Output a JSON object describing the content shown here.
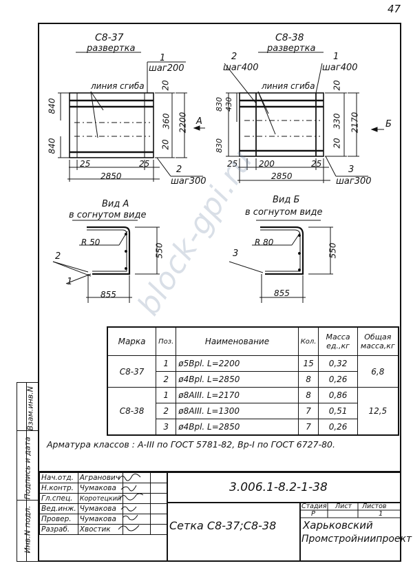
{
  "page_number": "47",
  "left_margin": {
    "inv_podl": "Инв.N подл.",
    "podpis_data": "Подпись и дата",
    "vzam_inv": "Взам.инв.N"
  },
  "drawing_left": {
    "title": "С8-37",
    "subtitle": "развертка",
    "pos1": "1",
    "step200": "шаг200",
    "bend_line": "линия сгиба",
    "dim_840_top": "840",
    "dim_840_bot": "840",
    "dim_20_a": "20",
    "dim_360": "360",
    "dim_20_b": "20",
    "dim_2200": "2200",
    "dim_25_l": "25",
    "dim_25_r": "25",
    "pos2": "2",
    "step300": "шаг300",
    "dim_2850": "2850",
    "arrow_a": "А"
  },
  "drawing_right": {
    "title": "С8-38",
    "subtitle": "развертка",
    "pos2": "2",
    "step400_l": "шаг400",
    "pos1": "1",
    "step400_r": "шаг400",
    "bend_line": "линия сгиба",
    "dim_830_top": "830",
    "dim_430": "430",
    "dim_20_a": "20",
    "dim_330": "330",
    "dim_20_b": "20",
    "dim_830_bot": "830",
    "dim_2170": "2170",
    "dim_25_l": "25",
    "dim_200": "200",
    "dim_25_r": "25",
    "pos3": "3",
    "step300": "шаг300",
    "dim_2850": "2850",
    "arrow_b": "Б"
  },
  "view_a": {
    "title": "Вид А",
    "subtitle": "в согнутом виде",
    "radius": "R 50",
    "dim_550": "550",
    "dim_855": "855",
    "pos2": "2",
    "pos1": "1"
  },
  "view_b": {
    "title": "Вид Б",
    "subtitle": "в согнутом виде",
    "radius": "R 80",
    "dim_550": "550",
    "dim_855": "855",
    "pos3": "3"
  },
  "spec": {
    "headers": {
      "mark": "Марка",
      "pos": "Поз.",
      "name": "Наименование",
      "qty": "Кол.",
      "mass": "Масса ед.,кг",
      "total": "Общая масса,кг"
    },
    "mark1": "С8-37",
    "mark2": "С8-38",
    "total1": "6,8",
    "total2": "12,5",
    "rows": [
      {
        "pos": "1",
        "name": "ø5Bpl.  L=2200",
        "qty": "15",
        "mass": "0,32"
      },
      {
        "pos": "2",
        "name": "ø4Bpl.  L=2850",
        "qty": "8",
        "mass": "0,26"
      },
      {
        "pos": "1",
        "name": "ø8AIII.  L=2170",
        "qty": "8",
        "mass": "0,86"
      },
      {
        "pos": "2",
        "name": "ø8AIII.  L=1300",
        "qty": "7",
        "mass": "0,51"
      },
      {
        "pos": "3",
        "name": "ø4Bpl.  L=2850",
        "qty": "7",
        "mass": "0,26"
      }
    ]
  },
  "note": "Арматура классов : А-III по ГОСТ 5781-82, Вр-I по ГОСТ 6727-80.",
  "title_block": {
    "doc_code": "3.006.1-8.2-1-38",
    "roles": [
      {
        "role": "Нач.отд.",
        "name": "Агранович"
      },
      {
        "role": "Н.контр.",
        "name": "Чумакова"
      },
      {
        "role": "Гл.спец.",
        "name": "Коротецкий"
      },
      {
        "role": "Вед.инж.",
        "name": "Чумакова"
      },
      {
        "role": "Провер.",
        "name": "Чумакова"
      },
      {
        "role": "Разраб.",
        "name": "Хвостик"
      }
    ],
    "stage_label": "Стадия",
    "sheet_label": "Лист",
    "sheets_label": "Листов",
    "stage": "Р",
    "sheet": "",
    "sheets": "1",
    "title": "Сетка  С8-37;С8-38",
    "org1": "Харьковский",
    "org2": "Промстройниипроект"
  },
  "watermark": "block-gpi.ru"
}
